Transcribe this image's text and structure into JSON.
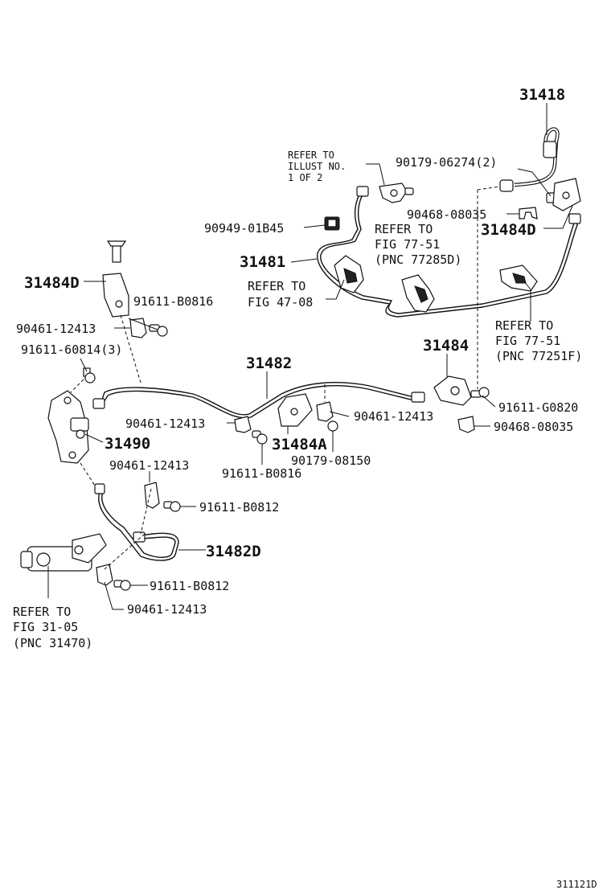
{
  "labels": {
    "p31418": "31418",
    "refer_illust_1": "REFER TO",
    "refer_illust_2": "ILLUST NO.",
    "refer_illust_3": "1 OF 2",
    "p90179_06274": "90179-06274(2)",
    "p90468_08035_top": "90468-08035",
    "p31484D_right": "31484D",
    "p90949_01B45": "90949-01B45",
    "refer_77285_1": "REFER TO",
    "refer_77285_2": "FIG 77-51",
    "refer_77285_3": "(PNC 77285D)",
    "p31481": "31481",
    "refer_4708_1": "REFER TO",
    "refer_4708_2": "FIG 47-08",
    "p31484D_left": "31484D",
    "p91611_B0816_top": "91611-B0816",
    "p90461_12413_a": "90461-12413",
    "refer_77251_1": "REFER TO",
    "refer_77251_2": "FIG 77-51",
    "refer_77251_3": "(PNC 77251F)",
    "p91611_60814": "91611-60814(3)",
    "p31482": "31482",
    "p31484": "31484",
    "p91611_G0820": "91611-G0820",
    "p90461_12413_b": "90461-12413",
    "p90461_12413_c": "90461-12413",
    "p90468_08035_bottom": "90468-08035",
    "p31490": "31490",
    "p31484A": "31484A",
    "p90179_08150": "90179-08150",
    "p90461_12413_d": "90461-12413",
    "p91611_B0816_bottom": "91611-B0816",
    "p91611_B0812_a": "91611-B0812",
    "p31482D": "31482D",
    "p91611_B0812_b": "91611-B0812",
    "p90461_12413_e": "90461-12413",
    "refer_3105_1": "REFER TO",
    "refer_3105_2": "FIG 31-05",
    "refer_3105_3": "(PNC 31470)",
    "figure_code": "311121D"
  }
}
